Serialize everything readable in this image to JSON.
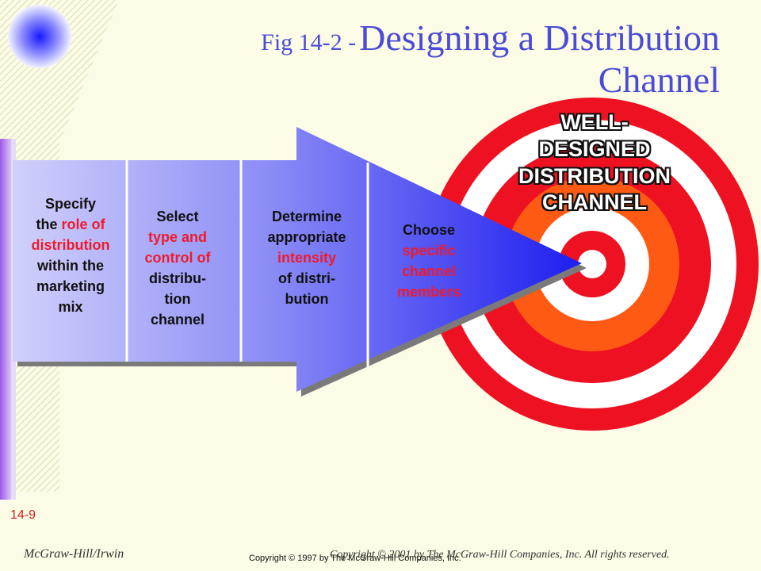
{
  "title": {
    "prefix": "Fig 14-2 -",
    "main_line1": "Designing a Distribution",
    "main_line2": "Channel"
  },
  "target_label": [
    "WELL-",
    "DESIGNED",
    "DISTRIBUTION",
    "CHANNEL"
  ],
  "steps": [
    {
      "lines": [
        [
          "Specify",
          ""
        ],
        [
          "the ",
          "role of"
        ],
        [
          "",
          "distribution"
        ],
        [
          "within the",
          ""
        ],
        [
          "marketing",
          ""
        ],
        [
          "mix",
          ""
        ]
      ]
    },
    {
      "lines": [
        [
          "Select",
          ""
        ],
        [
          "",
          "type and"
        ],
        [
          "",
          "control of"
        ],
        [
          "distribu-",
          ""
        ],
        [
          "tion",
          ""
        ],
        [
          "channel",
          ""
        ]
      ]
    },
    {
      "lines": [
        [
          "Determine",
          ""
        ],
        [
          "appropriate",
          ""
        ],
        [
          "",
          "intensity"
        ],
        [
          "of distri-",
          ""
        ],
        [
          "bution",
          ""
        ]
      ]
    },
    {
      "lines": [
        [
          "Choose",
          ""
        ],
        [
          "",
          "specific"
        ],
        [
          "",
          "channel"
        ],
        [
          "",
          "members"
        ]
      ]
    }
  ],
  "page_number": "14-9",
  "footer": {
    "publisher": "McGraw-Hill/Irwin",
    "copyright_small": "Copyright © 1997 by The McGraw-Hill Companies, Inc.",
    "copyright_italic": "Copyright © 2001 by The McGraw-Hill Companies, Inc. All rights reserved."
  },
  "colors": {
    "background": "#fbfbe6",
    "title": "#4b4bd6",
    "target_red": "#ee1122",
    "target_orange": "#ff5a14",
    "target_white": "#ffffff",
    "highlight_text": "#ee1b2c",
    "arrow_light": "#c8c8fa",
    "arrow_dark": "#1e1ef0"
  }
}
